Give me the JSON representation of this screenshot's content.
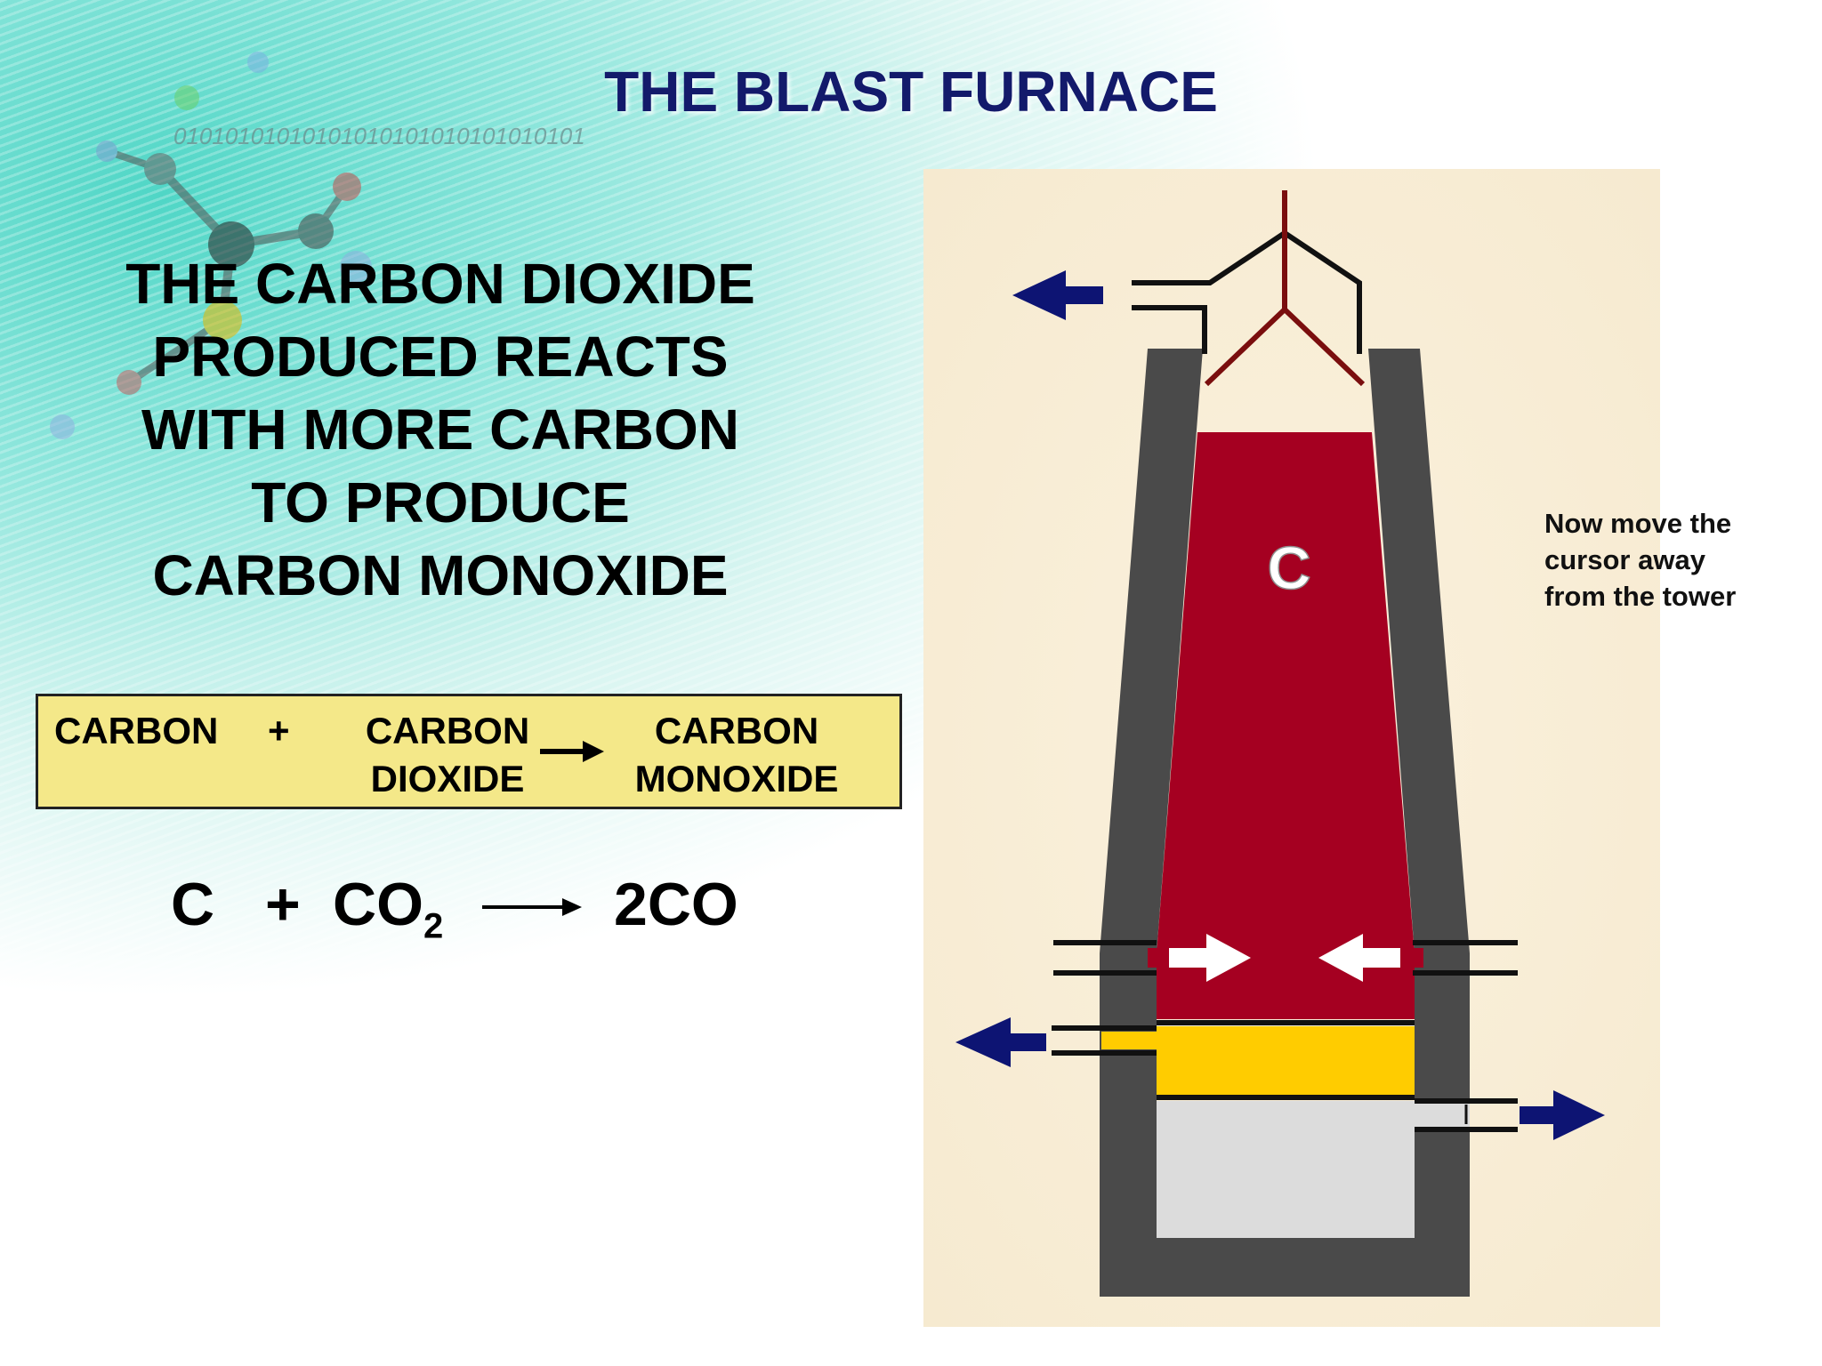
{
  "title": "THE BLAST FURNACE",
  "explanation": {
    "lines": [
      "THE CARBON DIOXIDE",
      "PRODUCED REACTS",
      "WITH MORE CARBON",
      "TO PRODUCE",
      "CARBON MONOXIDE"
    ]
  },
  "word_equation": {
    "reactant1": "CARBON",
    "plus": "+",
    "reactant2_line1": "CARBON",
    "reactant2_line2": "DIOXIDE",
    "product_line1": "CARBON",
    "product_line2": "MONOXIDE"
  },
  "symbol_equation": {
    "reactant1": "C",
    "plus": "+",
    "reactant2": "CO",
    "reactant2_subscript": "2",
    "product": "2CO"
  },
  "furnace": {
    "charge_label": "C"
  },
  "note": {
    "lines": [
      "Now move the",
      "cursor away",
      "from the tower"
    ]
  },
  "colors": {
    "title": "#131a6b",
    "furnace_wall": "#4a4a4a",
    "charge": "#a50021",
    "slag": "#ffcc00",
    "molten_iron": "#dcdcdc",
    "hopper": "#7a0e0e",
    "flow_arrow": "#0d1473",
    "box_fill": "#f4e889"
  }
}
